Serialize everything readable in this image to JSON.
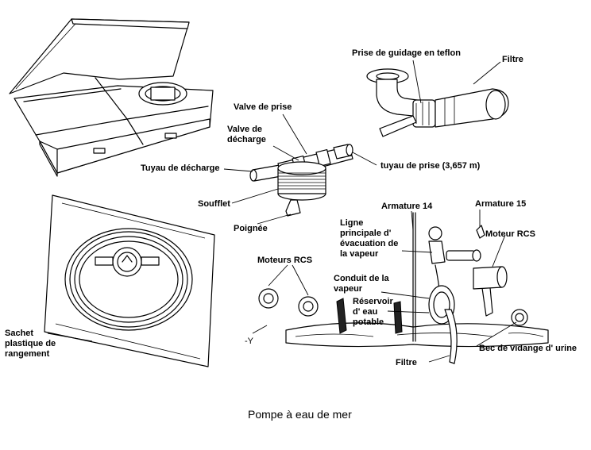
{
  "diagram": {
    "caption": "Pompe à eau de mer",
    "labels": {
      "prise_guidage": "Prise de guidage en teflon",
      "filtre_top": "Filtre",
      "valve_prise": "Valve de prise",
      "valve_decharge": "Valve de décharge",
      "tuyau_decharge": "Tuyau de décharge",
      "tuyau_prise": "tuyau de prise (3,657 m)",
      "soufflet": "Soufflet",
      "poignee": "Poignée",
      "armature_14": "Armature 14",
      "armature_15": "Armature 15",
      "ligne_principale": "Ligne principale d' évacuation de la vapeur",
      "moteur_rcs": "Moteur RCS",
      "moteurs_rcs": "Moteurs RCS",
      "conduit_vapeur": "Conduit de la vapeur",
      "reservoir": "Réservoir d' eau potable",
      "sachet": "Sachet plastique de rangement",
      "bec_vidange": "Bec de vidange d' urine",
      "filtre_bottom": "Filtre",
      "axis_y": "-Y"
    }
  }
}
